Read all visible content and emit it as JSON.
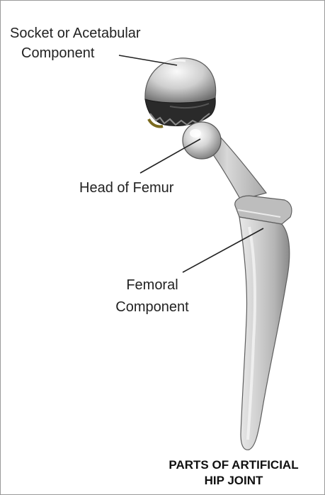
{
  "labels": {
    "socket_line1": "Socket or Acetabular",
    "socket_line2": "Component",
    "head": "Head of Femur",
    "femoral_line1": "Femoral",
    "femoral_line2": "Component"
  },
  "caption": {
    "line1": "PARTS OF ARTIFICIAL",
    "line2": "HIP JOINT"
  },
  "colors": {
    "metal_light": "#f2f2f2",
    "metal_mid": "#c4c4c4",
    "metal_dark": "#6e6e6e",
    "liner_dark": "#2a2a2a",
    "liner_accent": "#7a6a1e",
    "text": "#222222",
    "frame": "#9a9a9a"
  }
}
